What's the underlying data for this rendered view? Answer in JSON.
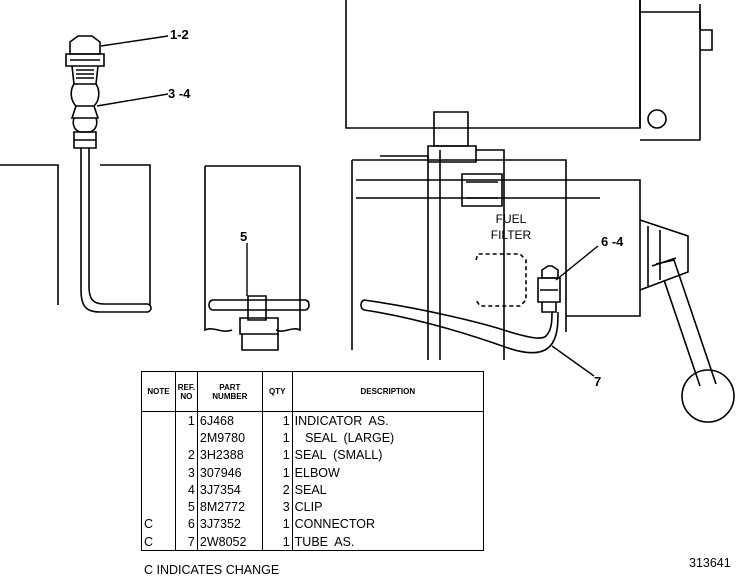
{
  "callouts": {
    "c12": "1-2",
    "c34": "3 -4",
    "c5": "5",
    "c64": "6 -4",
    "c7": "7"
  },
  "filter_label": {
    "line1": "FUEL",
    "line2": "FILTER"
  },
  "table": {
    "headers": {
      "note": "NOTE",
      "ref_line1": "REF.",
      "ref_line2": "NO",
      "part_line1": "PART",
      "part_line2": "NUMBER",
      "qty": "QTY",
      "desc": "DESCRIPTION"
    },
    "rows": [
      {
        "note": "",
        "ref": "1",
        "part": "6J468",
        "qty": "1",
        "desc": "INDICATOR  AS."
      },
      {
        "note": "",
        "ref": "",
        "part": "2M9780",
        "qty": "1",
        "desc": "   SEAL  (LARGE)"
      },
      {
        "note": "",
        "ref": "2",
        "part": "3H2388",
        "qty": "1",
        "desc": "SEAL  (SMALL)"
      },
      {
        "note": "",
        "ref": "3",
        "part": "307946",
        "qty": "1",
        "desc": "ELBOW"
      },
      {
        "note": "",
        "ref": "4",
        "part": "3J7354",
        "qty": "2",
        "desc": "SEAL"
      },
      {
        "note": "",
        "ref": "5",
        "part": "8M2772",
        "qty": "3",
        "desc": "CLIP"
      },
      {
        "note": "C",
        "ref": "6",
        "part": "3J7352",
        "qty": "1",
        "desc": "CONNECTOR"
      },
      {
        "note": "C",
        "ref": "7",
        "part": "2W8052",
        "qty": "1",
        "desc": "TUBE  AS."
      }
    ]
  },
  "footnote": "C   INDICATES  CHANGE",
  "figure_number": "313641"
}
